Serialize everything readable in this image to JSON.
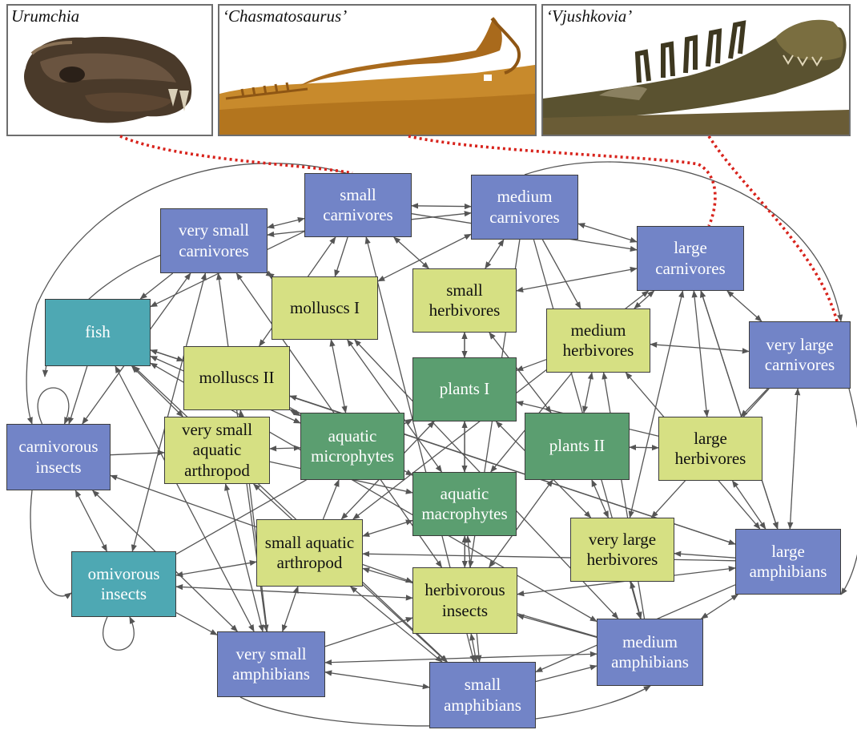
{
  "photos": [
    {
      "caption": "Urumchia"
    },
    {
      "caption": "‘Chasmatosaurus’"
    },
    {
      "caption": "‘Vjushkovia’"
    }
  ],
  "nodes": {
    "small_carnivores": "small carnivores",
    "medium_carnivores": "medium carnivores",
    "very_small_carnivores": "very small carnivores",
    "large_carnivores": "large carnivores",
    "very_large_carnivores": "very large carnivores",
    "fish": "fish",
    "molluscs_1": "molluscs I",
    "molluscs_2": "molluscs II",
    "small_herbivores": "small herbivores",
    "medium_herbivores": "medium herbivores",
    "plants_1": "plants I",
    "plants_2": "plants II",
    "carnivorous_insects": "carnivorous insects",
    "very_small_aquatic_arthropod": "very small aquatic arthropod",
    "aquatic_microphytes": "aquatic microphytes",
    "aquatic_macrophytes": "aquatic macrophytes",
    "large_herbivores": "large herbivores",
    "small_aquatic_arthropod": "small aquatic arthropod",
    "very_large_herbivores": "very large herbivores",
    "large_amphibians": "large amphibians",
    "omivorous_insects": "omivorous insects",
    "herbivorous_insects": "herbivorous insects",
    "very_small_amphibians": "very small amphibians",
    "medium_amphibians": "medium amphibians",
    "small_amphibians": "small amphibians"
  },
  "colors": {
    "carnivore_node": "#7284c7",
    "herbivore_node": "#d6e083",
    "plant_node": "#5b9e70",
    "insect_fish_node": "#4ea8b3",
    "link": "#555555",
    "highlight_link": "#d8231c"
  },
  "highlight_links": [
    {
      "from": "Urumchia",
      "to": "small carnivores"
    },
    {
      "from": "‘Chasmatosaurus’",
      "to": "large carnivores"
    },
    {
      "from": "‘Vjushkovia’",
      "to": "very large carnivores"
    }
  ]
}
